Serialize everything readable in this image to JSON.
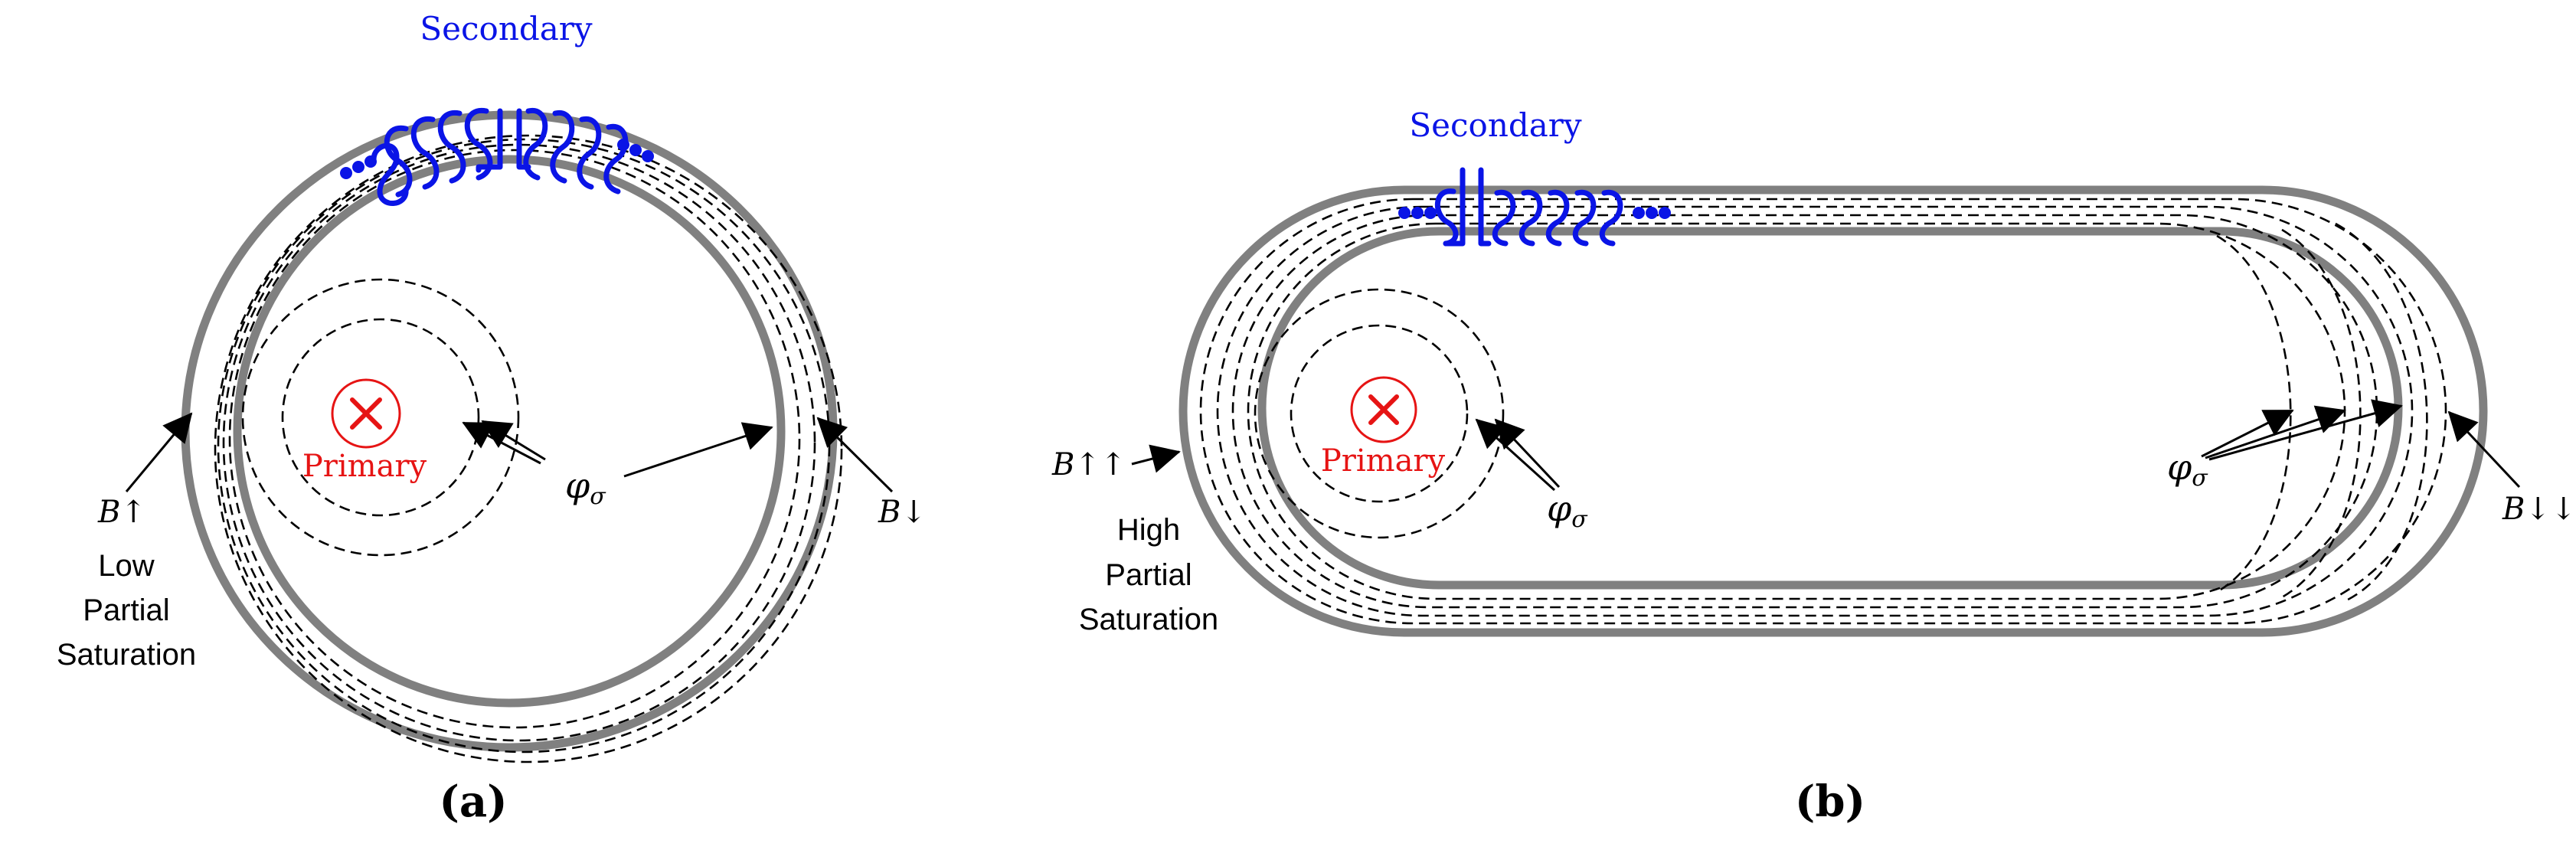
{
  "panels": [
    {
      "tag": "(a)",
      "secondary_label": "Secondary",
      "primary_label": "Primary",
      "flux_label": "φ",
      "flux_subscript": "σ",
      "b_left": "B↑",
      "b_right": "B↓",
      "saturation_label": [
        "Low",
        "Partial",
        "Saturation"
      ]
    },
    {
      "tag": "(b)",
      "secondary_label": "Secondary",
      "primary_label": "Primary",
      "flux_label": "φ",
      "flux_subscript": "σ",
      "b_left": "B↑↑",
      "b_right": "B↓↓",
      "saturation_label": [
        "High",
        "Partial",
        "Saturation"
      ]
    }
  ],
  "colors": {
    "core": "#808080",
    "secondary": "#0a14e6",
    "primary": "#e61414",
    "flux_lines": "#000000"
  },
  "icons": {
    "primary_conductor": "cross-in-circle",
    "secondary_winding": "coil-turns",
    "arrow_heads": "filled-triangle"
  }
}
